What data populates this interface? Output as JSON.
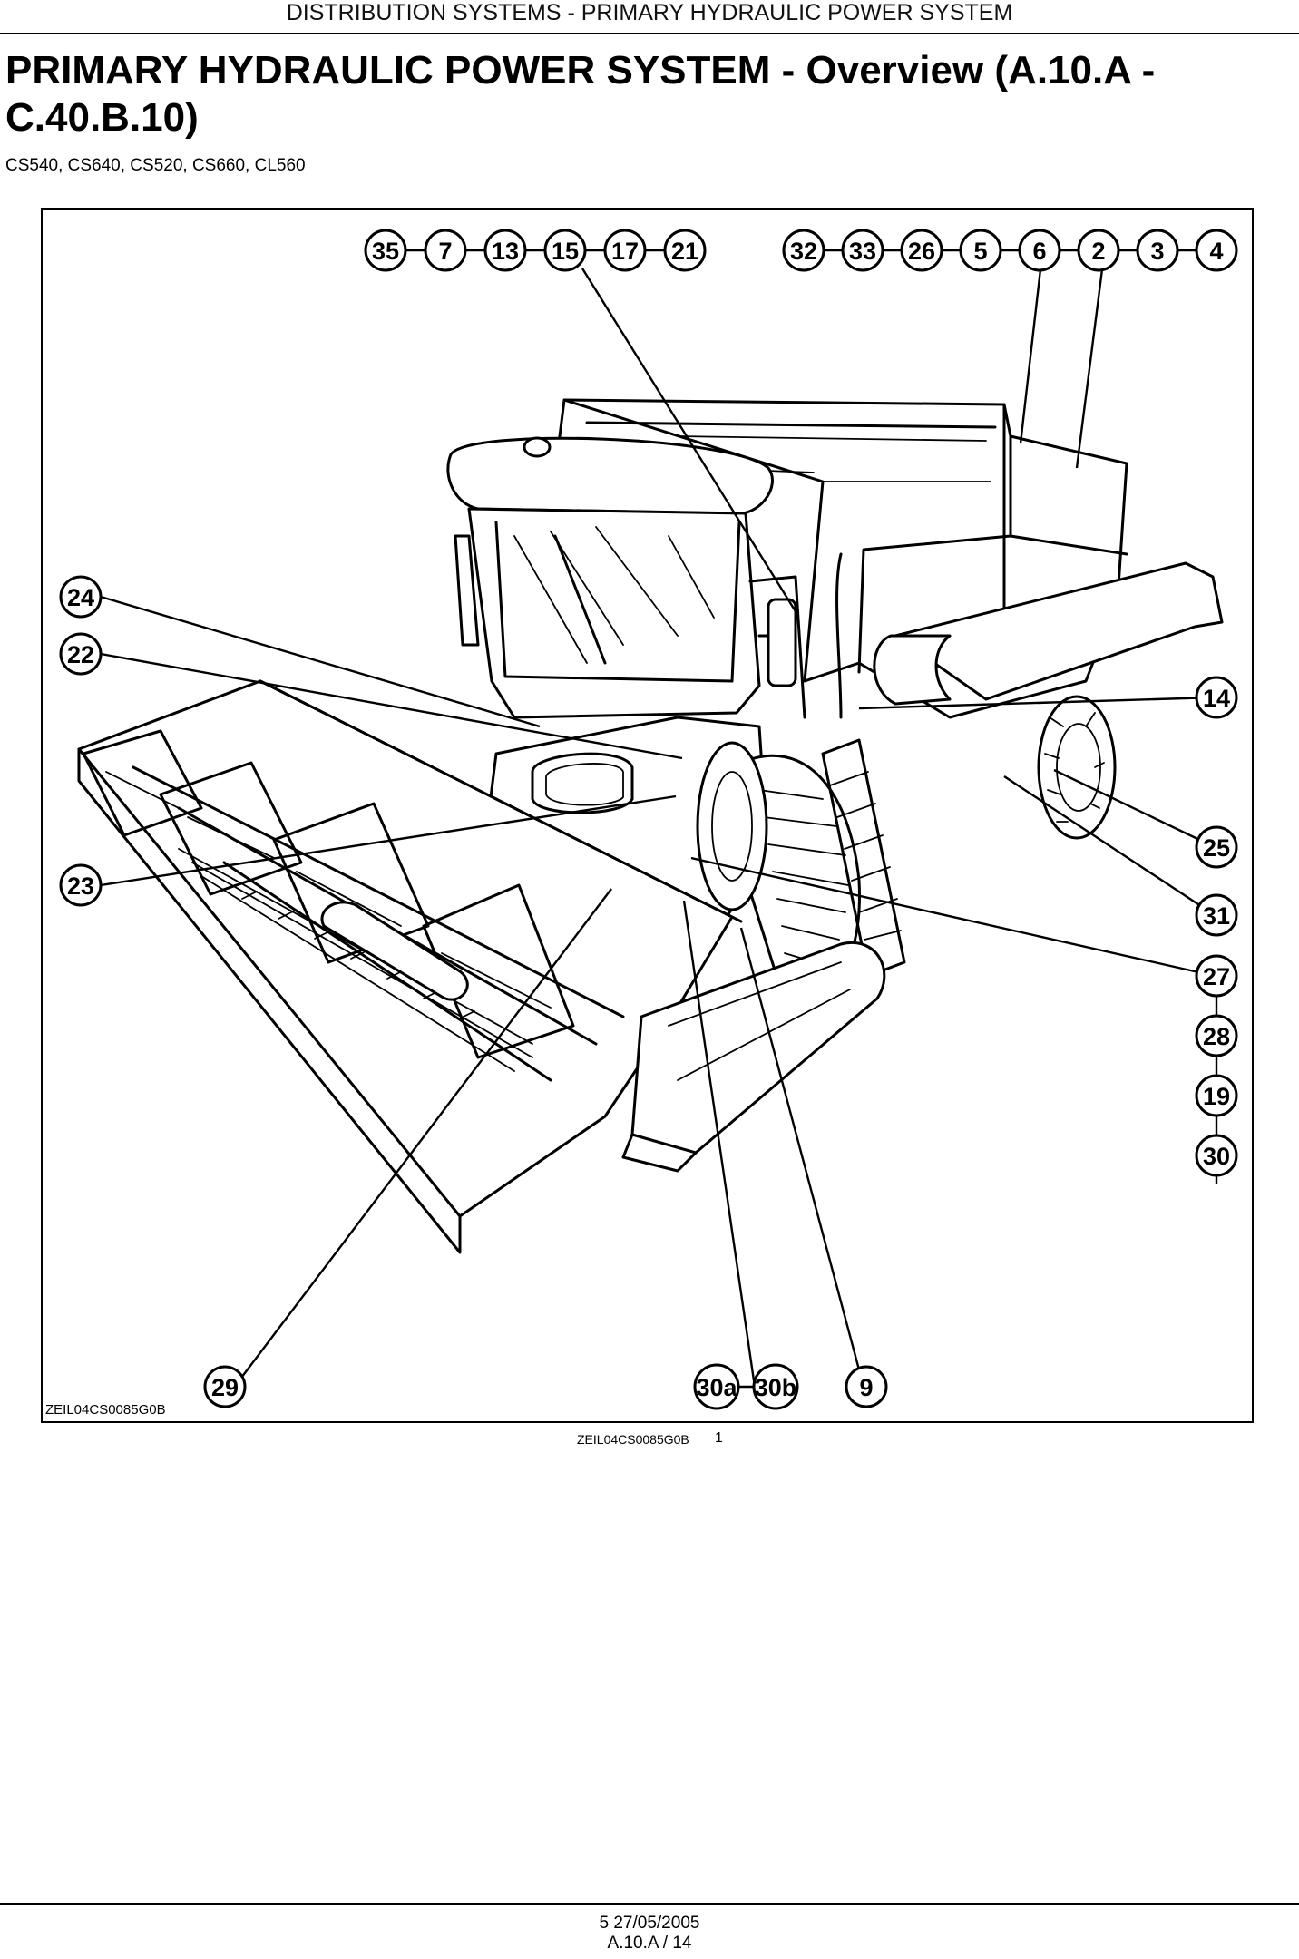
{
  "header": {
    "running_title": "DISTRIBUTION SYSTEMS - PRIMARY HYDRAULIC POWER SYSTEM"
  },
  "title": "PRIMARY HYDRAULIC POWER SYSTEM - Overview (A.10.A - C.40.B.10)",
  "models": "CS540, CS640, CS520, CS660, CL560",
  "figure": {
    "code_inside": "ZEIL04CS0085G0B",
    "caption_code": "ZEIL04CS0085G0B",
    "number": "1",
    "callouts_top_left": [
      "35",
      "7",
      "13",
      "15",
      "17",
      "21"
    ],
    "callouts_top_right": [
      "32",
      "33",
      "26",
      "5",
      "6",
      "2",
      "3",
      "4"
    ],
    "callouts_left": [
      "24",
      "22",
      "23"
    ],
    "callouts_right": [
      "14",
      "25",
      "31",
      "27",
      "28",
      "19",
      "30"
    ],
    "callouts_bottom": [
      "29",
      "30a",
      "30b",
      "9"
    ]
  },
  "footer": {
    "line1": "5 27/05/2005",
    "line2": "A.10.A / 14"
  }
}
